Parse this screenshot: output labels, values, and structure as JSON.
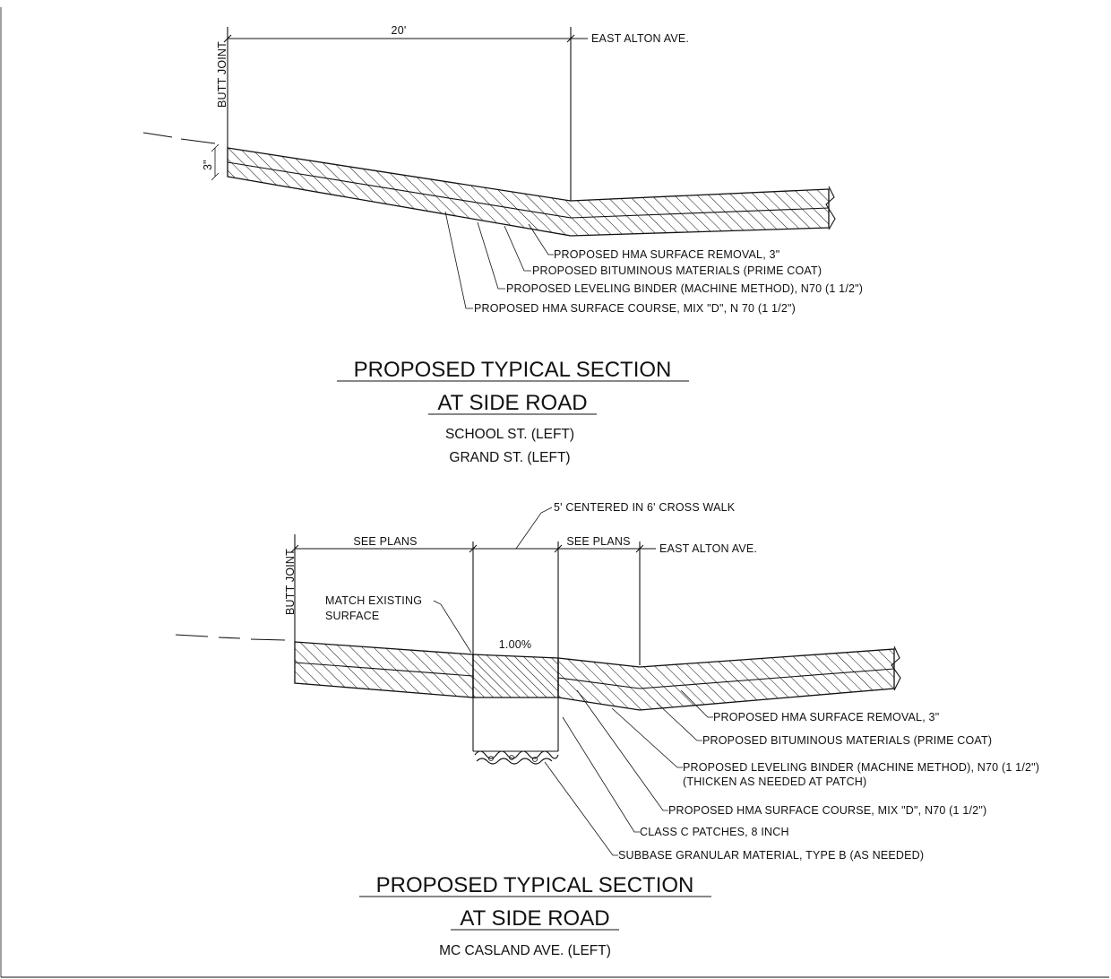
{
  "section1": {
    "dim_width": "20'",
    "dim_thickness": "3\"",
    "butt_joint": "BUTT JOINT",
    "road_label": "EAST ALTON AVE.",
    "callouts": [
      "PROPOSED HMA SURFACE REMOVAL, 3\"",
      "PROPOSED BITUMINOUS MATERIALS (PRIME COAT)",
      "PROPOSED LEVELING BINDER (MACHINE METHOD), N70 (1 1/2\")",
      "PROPOSED HMA SURFACE COURSE, MIX \"D\", N 70 (1 1/2\")"
    ],
    "title_line1": "PROPOSED TYPICAL SECTION",
    "title_line2": "AT SIDE ROAD",
    "streets": [
      "SCHOOL ST. (LEFT)",
      "GRAND ST. (LEFT)"
    ]
  },
  "section2": {
    "crosswalk_note": "5' CENTERED IN 6' CROSS WALK",
    "dim_left": "SEE PLANS",
    "dim_right": "SEE PLANS",
    "road_label": "EAST ALTON AVE.",
    "butt_joint": "BUTT JOINT",
    "match_line1": "MATCH EXISTING",
    "match_line2": "SURFACE",
    "slope": "1.00%",
    "callouts": [
      "PROPOSED HMA SURFACE REMOVAL, 3\"",
      "PROPOSED BITUMINOUS MATERIALS (PRIME COAT)",
      "PROPOSED LEVELING BINDER (MACHINE METHOD), N70 (1 1/2\")",
      "(THICKEN AS NEEDED AT PATCH)",
      "PROPOSED HMA SURFACE COURSE, MIX \"D\", N70 (1 1/2\")",
      "CLASS C PATCHES, 8 INCH",
      "SUBBASE GRANULAR MATERIAL, TYPE B (AS NEEDED)"
    ],
    "title_line1": "PROPOSED TYPICAL SECTION",
    "title_line2": "AT SIDE ROAD",
    "streets": [
      "MC CASLAND AVE. (LEFT)"
    ]
  }
}
